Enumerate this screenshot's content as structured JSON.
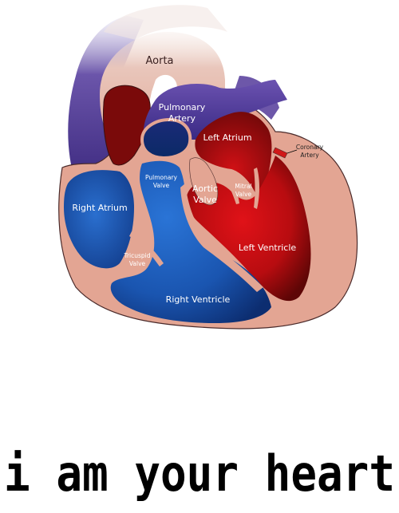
{
  "labels": {
    "aorta": "Aorta",
    "pulmonary_artery_line1": "Pulmonary",
    "pulmonary_artery_line2": "Artery",
    "left_atrium": "Left Atrium",
    "coronary_artery_line1": "Coronary",
    "coronary_artery_line2": "Artery",
    "pulmonary_valve_line1": "Pulmonary",
    "pulmonary_valve_line2": "Valve",
    "aortic_valve_line1": "Aortic",
    "aortic_valve_line2": "Valve",
    "mitral_valve_line1": "Mitral",
    "mitral_valve_line2": "Valve",
    "right_atrium": "Right Atrium",
    "tricuspid_valve_line1": "Tricuspid",
    "tricuspid_valve_line2": "Valve",
    "left_ventricle": "Left Ventricle",
    "right_ventricle": "Right Ventricle"
  },
  "caption": "i am your heart",
  "colors": {
    "tissue": "#e6a89a",
    "tissue_outline": "#4a2a2a",
    "oxygenated": "#d40f14",
    "oxygenated_dark": "#6b0808",
    "deoxygenated": "#1a5bb8",
    "deoxygenated_dark": "#0a2a66",
    "vein_purple": "#5b3f9a",
    "caption": "#000000"
  }
}
